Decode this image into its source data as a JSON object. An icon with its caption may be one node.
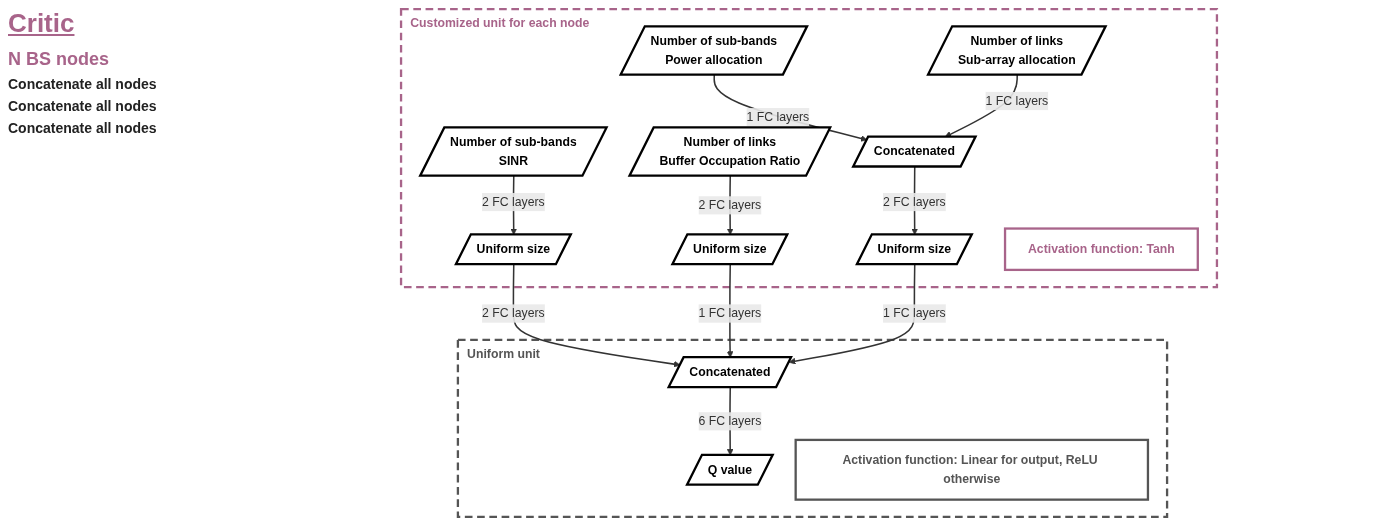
{
  "diagram": {
    "title": "Critic",
    "nodes": [
      {
        "text": [
          "Customized unit for each node"
        ]
      },
      {
        "text": [
          "Number of sub-bands",
          "SINR"
        ],
        "in": 0
      },
      {
        "text": [
          "Number of links",
          "Buffer Occupation Ratio"
        ],
        "in": 0
      },
      {
        "text": [
          "Number of sub-bands",
          "Power allocation"
        ],
        "in": 0
      },
      {
        "text": [
          "Number of links",
          "Sub-array allocation"
        ],
        "in": 0
      },
      {
        "text": [
          "Uniform size"
        ],
        "in": 0
      },
      {
        "text": [
          "Uniform size"
        ],
        "in": 0
      },
      {
        "text": [
          "Concatenated"
        ],
        "in": 0
      },
      {
        "text": [
          "Uniform size"
        ],
        "in": 0
      },
      {
        "text": [
          "Activation function: Tanh"
        ],
        "in": 0
      },
      {
        "text": [
          "Uniform unit"
        ]
      },
      {
        "text": [
          "Concatenated"
        ],
        "in": 10
      },
      {
        "text": [
          "Q value"
        ],
        "in": 10
      },
      {
        "text": [
          "Activation function: Linear for output, ReLU otherwise"
        ],
        "in": 10
      }
    ],
    "edges": [
      {
        "from": 1,
        "to": 5,
        "arrow": "to",
        "label": "2 FC layers"
      },
      {
        "from": 2,
        "to": 6,
        "arrow": "to",
        "label": "2 FC layers"
      },
      {
        "from": 3,
        "to": 7,
        "arrow": "to",
        "label": "1 FC layers"
      },
      {
        "from": 4,
        "to": 7,
        "arrow": "to",
        "label": "1 FC layers"
      },
      {
        "from": 7,
        "to": 8,
        "arrow": "to",
        "label": "2 FC layers"
      },
      {
        "from": 5,
        "to": 11,
        "arrow": "to",
        "label": "2 FC layers"
      },
      {
        "from": 6,
        "to": 11,
        "arrow": "to",
        "label": "1 FC layers"
      },
      {
        "from": 8,
        "to": 11,
        "arrow": "to",
        "label": "1 FC layers"
      },
      {
        "from": 11,
        "to": 12,
        "arrow": "to",
        "label": "6 FC layers"
      }
    ],
    "labels": [
      "N BS nodes",
      "Concatenate all nodes",
      "Concatenate all nodes",
      "Concatenate all nodes"
    ]
  }
}
